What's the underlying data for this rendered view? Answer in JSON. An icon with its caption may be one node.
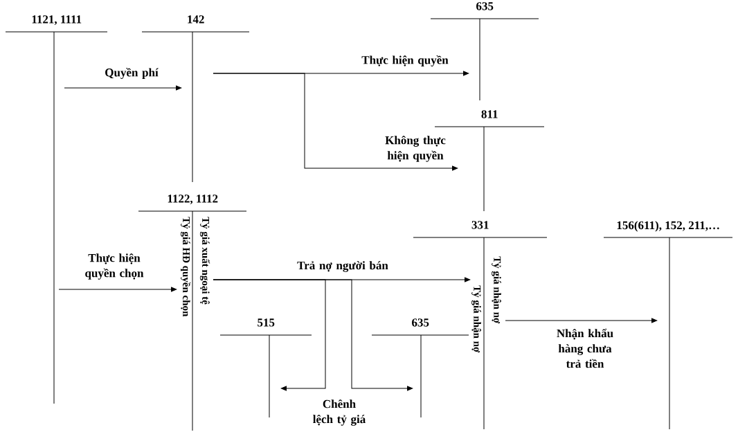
{
  "diagram": {
    "nodes": [
      {
        "text": [
          "1121, 1111"
        ]
      },
      {
        "text": [
          "142"
        ]
      },
      {
        "text": [
          "635"
        ]
      },
      {
        "text": [
          "811"
        ]
      },
      {
        "text": [
          "1122, 1112",
          "Tỷ giá HĐ quyền chọn",
          "Tỷ giá xuất ngoại tệ"
        ]
      },
      {
        "text": [
          "331",
          "Tỷ giá nhận nợ",
          "Tỷ giá nhận nợ"
        ]
      },
      {
        "text": [
          "156(611), 152, 211,…"
        ]
      },
      {
        "text": [
          "515"
        ]
      },
      {
        "text": [
          "635"
        ]
      }
    ],
    "edges": [
      {
        "from": 0,
        "to": 1,
        "arrow": "to",
        "label": "Quyền phí"
      },
      {
        "from": 1,
        "to": 2,
        "arrow": "to",
        "label": "Thực hiện quyền"
      },
      {
        "from": 1,
        "to": 3,
        "arrow": "to",
        "label": "Không thực hiện quyền"
      },
      {
        "from": 0,
        "to": 4,
        "arrow": "to",
        "label": "Thực hiện quyền chọn"
      },
      {
        "from": 4,
        "to": 5,
        "arrow": "to",
        "label": "Trả nợ người bán"
      },
      {
        "from": 4,
        "to": 7,
        "arrow": "to",
        "label": "Chênh lệch tỷ giá"
      },
      {
        "from": 4,
        "to": 8,
        "arrow": "to"
      },
      {
        "from": 5,
        "to": 6,
        "arrow": "to",
        "label": "Nhận khẩu hàng chưa trả tiền"
      }
    ]
  }
}
